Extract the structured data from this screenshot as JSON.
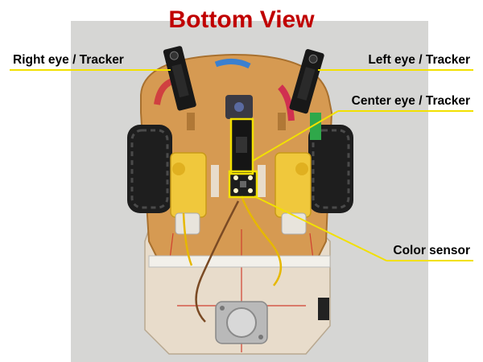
{
  "title": "Bottom View",
  "labels": {
    "right_eye": "Right eye / Tracker",
    "left_eye": "Left eye / Tracker",
    "center_eye": "Center eye / Tracker",
    "color_sensor": "Color sensor"
  },
  "colors": {
    "title": "#c00000",
    "callout_line": "#f2e000",
    "label_text": "#000000"
  }
}
